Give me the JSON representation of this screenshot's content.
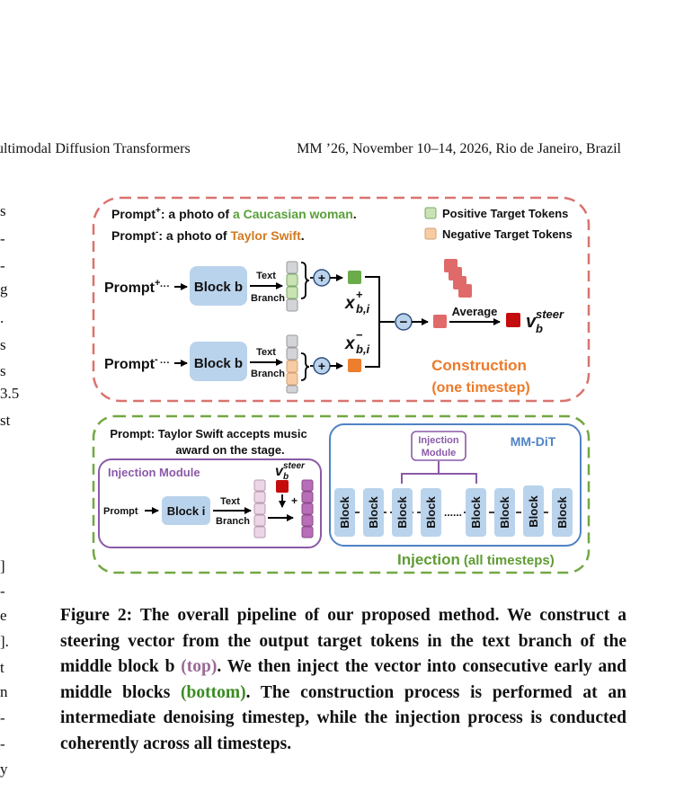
{
  "header": {
    "left": "ultimodal Diffusion Transformers",
    "right": "MM ’26, November 10–14, 2026, Rio de Janeiro, Brazil"
  },
  "margin_text": [
    "s",
    "-",
    "-",
    "g",
    ".",
    "s",
    "s",
    "3.5",
    "st",
    "]",
    "-",
    "e",
    "].",
    "t",
    "n",
    "-",
    "-",
    "y"
  ],
  "figure": {
    "top": {
      "prompt_pos_label": "Prompt",
      "prompt_pos_sup": "+",
      "prompt_pos_text": ":  a photo of ",
      "prompt_pos_highlight": "a Caucasian woman",
      "prompt_pos_end": ".",
      "prompt_neg_label": "Prompt",
      "prompt_neg_sup": "-",
      "prompt_neg_text": ":  a photo of ",
      "prompt_neg_highlight": "Taylor Swift",
      "prompt_neg_end": ".",
      "legend_pos": "Positive Target Tokens",
      "legend_neg": "Negative Target Tokens",
      "row_pos_label": "Prompt",
      "row_pos_sup": "+",
      "row_neg_label": "Prompt",
      "row_neg_sup": "-",
      "block_b": "Block b",
      "text_label": "Text",
      "branch_label": "Branch",
      "plus_sign": "+",
      "minus_sign": "−",
      "x_symbol": "x",
      "x_pos_sub": "b,i",
      "x_pos_sup": "+",
      "x_neg_sub": "b,i",
      "x_neg_sup": "−",
      "average": "Average",
      "v_symbol": "v",
      "v_sub": "b",
      "v_sup": "steer",
      "construction": "Construction",
      "construction_sub": "(one timestep)"
    },
    "bottom": {
      "prompt_line1": "Prompt: Taylor Swift accepts music",
      "prompt_line2": "award on the stage.",
      "injection_module_title": "Injection Module",
      "module_prompt": "Prompt",
      "block_i": "Block i",
      "text_label": "Text",
      "branch_label": "Branch",
      "v_symbol": "v",
      "v_sub": "b",
      "v_sup": "steer",
      "plus_sign": "+",
      "mmdit": "MM-DiT",
      "injection_module_line1": "Injection",
      "injection_module_line2": "Module",
      "block_label": "Block",
      "dots": "......",
      "injection": "Injection",
      "injection_sub": "(all timesteps)"
    }
  },
  "caption": {
    "part1": "Figure 2: The overall pipeline of our proposed method. We construct a steering vector from the output target tokens in the text branch of the middle block b ",
    "top_ref": "(top)",
    "part2": ". We then inject the vector into consecutive early and middle blocks ",
    "bottom_ref": "(bottom)",
    "part3": ". The construction process is performed at an intermediate denoising timestep, while the injection process is conducted coherently across all timesteps."
  },
  "colors": {
    "construction_border": "#d9736f",
    "injection_border": "#72a842",
    "mmdit_border": "#4f83c4",
    "module_border": "#8a5aa8",
    "block_fill": "#bad3ec",
    "green_token": "#c9e3b4",
    "orange_token": "#f8cca3",
    "grey_token": "#d3d4d8",
    "green_vec": "#6aab4a",
    "orange_vec": "#ec7e2e",
    "red_vec": "#e06a6a",
    "steer_red": "#c40c0c",
    "purple_token": "#b86db8",
    "pink_token": "#ecd5e6",
    "caucasian_green": "#5aa03a",
    "taylor_orange": "#d07a20",
    "construction_text": "#ec7a2a",
    "injection_text": "#5f9c34",
    "mmdit_text": "#4f83c4",
    "module_text": "#8a5aa8"
  }
}
